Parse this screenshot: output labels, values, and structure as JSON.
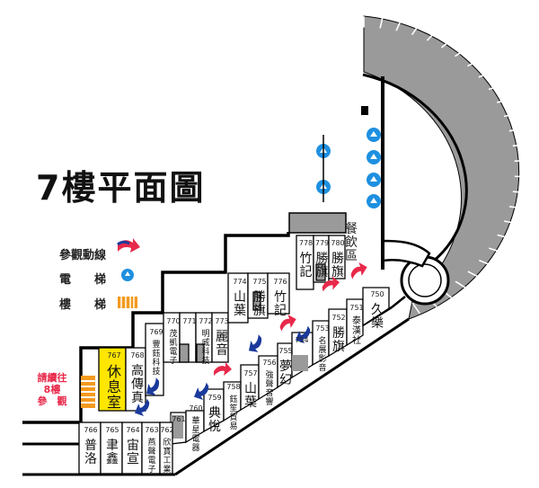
{
  "title": "7樓平面圖",
  "legend": {
    "route": "參觀動線",
    "elevator": "電　　梯",
    "stairs": "樓　　梯",
    "route_color": "#e8294a",
    "route_color2": "#1a3a9c",
    "elevator_color": "#1e90e0",
    "stairs_color": "#f39a1e"
  },
  "notice": {
    "line1": "請續往",
    "line2": "8樓",
    "line3": "參　觀",
    "color": "#e8294a"
  },
  "rooms": [
    {
      "num": "767",
      "name": "休息室",
      "highlight": true
    },
    {
      "num": "768",
      "name": "高傳真"
    },
    {
      "num": "769",
      "name": "豐鈺科技"
    },
    {
      "num": "770",
      "name": "茂凱電子"
    },
    {
      "num": "771",
      "name": ""
    },
    {
      "num": "772",
      "name": "明威科技"
    },
    {
      "num": "773",
      "name": "麗音"
    },
    {
      "num": "774",
      "name": "山葉"
    },
    {
      "num": "775",
      "name": "勝旗"
    },
    {
      "num": "776",
      "name": "竹記"
    },
    {
      "num": "778",
      "name": "竹記"
    },
    {
      "num": "779",
      "name": "勝旗"
    },
    {
      "num": "780",
      "name": "勝旗"
    },
    {
      "num": "750",
      "name": "久樂"
    },
    {
      "num": "751",
      "name": "泰漢社"
    },
    {
      "num": "752",
      "name": "勝旗"
    },
    {
      "num": "753",
      "name": "名展影音"
    },
    {
      "num": "754",
      "name": ""
    },
    {
      "num": "755",
      "name": "夢幻"
    },
    {
      "num": "756",
      "name": "強聲音響"
    },
    {
      "num": "757",
      "name": "山葉"
    },
    {
      "num": "758",
      "name": "鈺笙貿易"
    },
    {
      "num": "759",
      "name": "典悅"
    },
    {
      "num": "760",
      "name": "華星電器"
    },
    {
      "num": "761",
      "name": ""
    },
    {
      "num": "762",
      "name": "欣寶工業"
    },
    {
      "num": "763",
      "name": "燕聲電子"
    },
    {
      "num": "764",
      "name": "宙宣"
    },
    {
      "num": "765",
      "name": "聿鑫"
    },
    {
      "num": "766",
      "name": "普洛"
    }
  ],
  "restaurant": "餐飲區"
}
